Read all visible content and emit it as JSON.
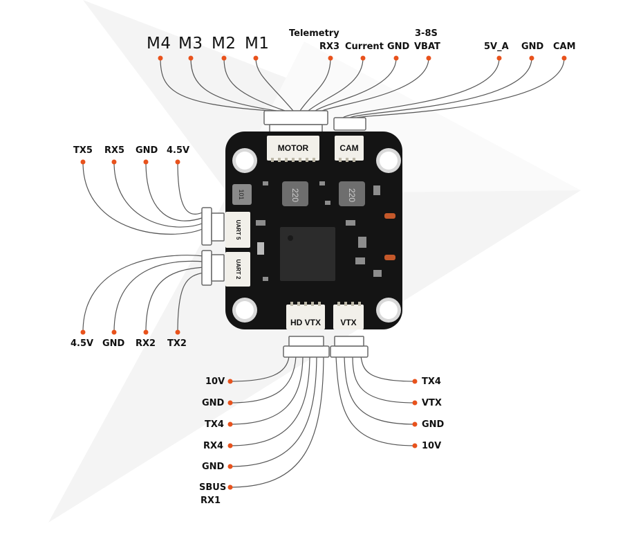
{
  "motor_labels": [
    "M4",
    "M3",
    "M2",
    "M1"
  ],
  "motor_connector": {
    "label": "MOTOR",
    "pins": {
      "telemetry": "Telemetry",
      "rx3": "RX3",
      "current": "Current",
      "gnd": "GND",
      "vbat_top": "3-8S",
      "vbat": "VBAT"
    }
  },
  "cam_connector": {
    "label": "CAM",
    "pins": [
      "5V_A",
      "GND",
      "CAM"
    ]
  },
  "uart5": {
    "label": "UART 5",
    "pins": [
      "TX5",
      "RX5",
      "GND",
      "4.5V"
    ]
  },
  "uart2": {
    "label": "UART 2",
    "pins": [
      "4.5V",
      "GND",
      "RX2",
      "TX2"
    ]
  },
  "hd_vtx": {
    "label": "HD VTX",
    "pins": [
      "10V",
      "GND",
      "TX4",
      "RX4",
      "GND",
      "SBUS",
      "RX1"
    ]
  },
  "vtx": {
    "label": "VTX",
    "pins": [
      "TX4",
      "VTX",
      "GND",
      "10V"
    ]
  },
  "components": {
    "inductor_1": "220",
    "inductor_2": "220",
    "inductor_small": "101"
  },
  "colors": {
    "dot": "#e8521c",
    "wire": "#555555",
    "board": "#141414",
    "watermark": "#f3f3f3"
  }
}
